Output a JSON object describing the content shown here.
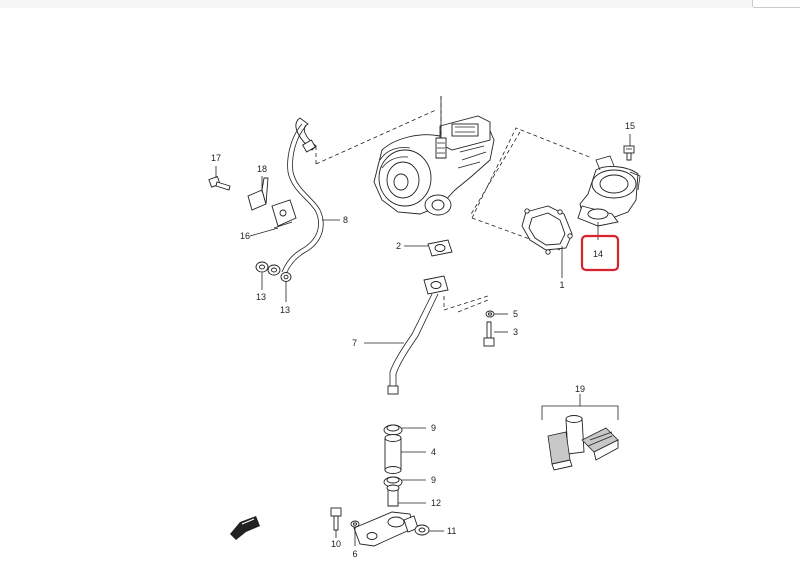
{
  "callouts": [
    {
      "id": "c1",
      "label": "1"
    },
    {
      "id": "c2",
      "label": "2"
    },
    {
      "id": "c3",
      "label": "3"
    },
    {
      "id": "c4",
      "label": "4"
    },
    {
      "id": "c5",
      "label": "5"
    },
    {
      "id": "c6",
      "label": "6"
    },
    {
      "id": "c7",
      "label": "7"
    },
    {
      "id": "c8",
      "label": "8"
    },
    {
      "id": "c9a",
      "label": "9"
    },
    {
      "id": "c9b",
      "label": "9"
    },
    {
      "id": "c10",
      "label": "10"
    },
    {
      "id": "c11",
      "label": "11"
    },
    {
      "id": "c12",
      "label": "12"
    },
    {
      "id": "c13a",
      "label": "13"
    },
    {
      "id": "c13b",
      "label": "13"
    },
    {
      "id": "c14",
      "label": "14"
    },
    {
      "id": "c15",
      "label": "15"
    },
    {
      "id": "c16",
      "label": "16"
    },
    {
      "id": "c17",
      "label": "17"
    },
    {
      "id": "c18",
      "label": "18"
    },
    {
      "id": "c19",
      "label": "19"
    }
  ],
  "highlight": {
    "label_id": "c14",
    "color": "#d8232a"
  },
  "colors": {
    "line": "#222222",
    "shade": "#c8c8c8",
    "background": "#ffffff"
  },
  "icons": {
    "direction": "front-arrow-icon"
  }
}
